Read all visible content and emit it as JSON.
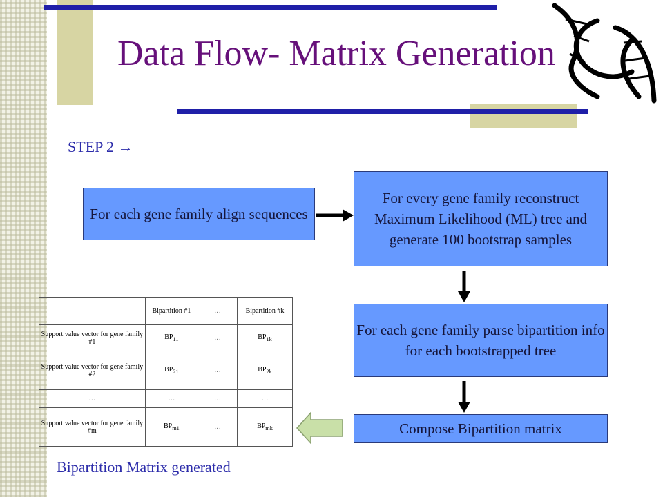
{
  "title": "Data Flow- Matrix Generation",
  "step_label": "STEP 2 →",
  "boxes": {
    "align": "For each gene family align sequences",
    "reconstruct": "For every gene family reconstruct Maximum Likelihood (ML) tree and generate 100 bootstrap samples",
    "parse": "For each gene family parse bipartition info for each bootstrapped tree",
    "compose": "Compose Bipartition matrix"
  },
  "matrix": {
    "header": [
      "",
      "Bipartition #1",
      "…",
      "Bipartition #k"
    ],
    "rows": [
      {
        "label": "Support value vector for gene family #1",
        "c1": "BP",
        "c1_sub": "11",
        "c2": "…",
        "c3": "BP",
        "c3_sub": "1k"
      },
      {
        "label": "Support value vector for gene family #2",
        "c1": "BP",
        "c1_sub": "21",
        "c2": "…",
        "c3": "BP",
        "c3_sub": "2k"
      },
      {
        "label": "…",
        "c1": "…",
        "c1_sub": "",
        "c2": "…",
        "c3": "…",
        "c3_sub": ""
      },
      {
        "label": "Support value vector for gene family #m",
        "c1": "BP",
        "c1_sub": "m1",
        "c2": "…",
        "c3": "BP",
        "c3_sub": "mk"
      }
    ]
  },
  "caption": "Bipartition Matrix generated",
  "colors": {
    "title": "#66107a",
    "box_fill": "#6699ff",
    "navy_rule": "#1f1fa8",
    "olive_block": "#d7d5a3",
    "hollow_arrow": "#c9e0a8"
  },
  "icons": [
    "dna-helix-icon",
    "right-arrow-icon",
    "down-arrow-icon",
    "left-arrow-icon"
  ]
}
